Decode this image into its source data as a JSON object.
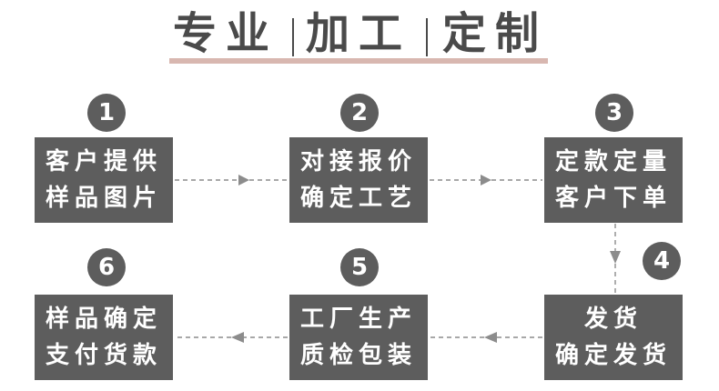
{
  "title": {
    "part1": "专业",
    "part2": "加工",
    "part3": "定制"
  },
  "steps": [
    {
      "number": "1",
      "line1": "客户提供",
      "line2": "样品图片"
    },
    {
      "number": "2",
      "line1": "对接报价",
      "line2": "确定工艺"
    },
    {
      "number": "3",
      "line1": "定款定量",
      "line2": "客户下单"
    },
    {
      "number": "4",
      "line1": "发货",
      "line2": "确定发货"
    },
    {
      "number": "5",
      "line1": "工厂生产",
      "line2": "质检包装"
    },
    {
      "number": "6",
      "line1": "样品确定",
      "line2": "支付货款"
    }
  ],
  "colors": {
    "box": "#5d5d5d",
    "text": "#ffffff",
    "title": "#4a4a4a",
    "underline": "#d8b7b0",
    "connector": "#8c8c8c"
  }
}
